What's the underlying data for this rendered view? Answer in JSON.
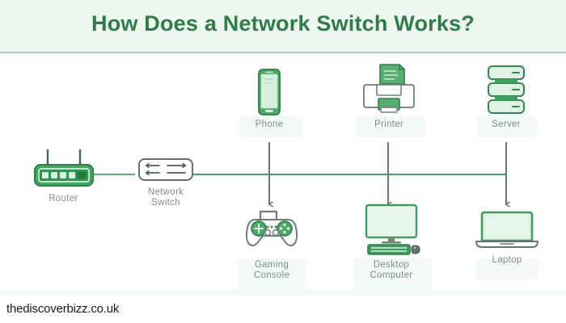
{
  "header": {
    "title": "How Does a Network Switch Works?",
    "band_color": "#edf7f0",
    "title_color": "#2e7d46",
    "divider_color": "#b9c6bf"
  },
  "diagram": {
    "type": "network-topology",
    "accent_color": "#3f9e5c",
    "line_color": "#49a05f",
    "label_color": "#7f8d86",
    "bus": {
      "orientation": "horizontal",
      "from_node": "router",
      "to_node": "server",
      "description": "Horizontal trunk line running from the Router through the Network Switch to the Server column"
    },
    "nodes": [
      {
        "id": "router",
        "label": "Router",
        "icon": "router-icon",
        "row": "middle",
        "column": 1
      },
      {
        "id": "network-switch",
        "label": "Network\nSwitch",
        "icon": "network-switch-icon",
        "row": "middle",
        "column": 2
      },
      {
        "id": "phone",
        "label": "Phone",
        "icon": "phone-icon",
        "row": "top",
        "column": 3
      },
      {
        "id": "printer",
        "label": "Printer",
        "icon": "printer-icon",
        "row": "top",
        "column": 4
      },
      {
        "id": "server",
        "label": "Server",
        "icon": "server-icon",
        "row": "top",
        "column": 5
      },
      {
        "id": "gaming-console",
        "label": "Gaming\nConsole",
        "icon": "gaming-console-icon",
        "row": "bottom",
        "column": 3
      },
      {
        "id": "desktop-computer",
        "label": "Desktop\nComputer",
        "icon": "desktop-computer-icon",
        "row": "bottom",
        "column": 4
      },
      {
        "id": "laptop",
        "label": "Laptop",
        "icon": "laptop-icon",
        "row": "bottom",
        "column": 5
      }
    ],
    "connections": [
      {
        "from": "router",
        "to": "network-switch",
        "style": "line"
      },
      {
        "from": "network-switch",
        "to": "bus",
        "style": "line"
      },
      {
        "from": "bus",
        "to": "phone",
        "style": "line-up"
      },
      {
        "from": "bus",
        "to": "gaming-console",
        "style": "arrow-down"
      },
      {
        "from": "bus",
        "to": "printer",
        "style": "line-up"
      },
      {
        "from": "bus",
        "to": "desktop-computer",
        "style": "arrow-down"
      },
      {
        "from": "bus",
        "to": "server",
        "style": "line-up"
      },
      {
        "from": "bus",
        "to": "laptop",
        "style": "arrow-down"
      }
    ]
  },
  "footer": {
    "watermark": "thediscoverbizz.co.uk"
  }
}
